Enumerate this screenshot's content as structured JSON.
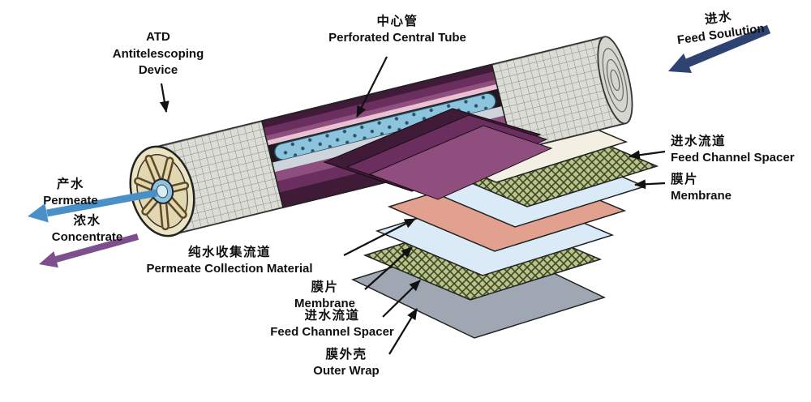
{
  "labels": {
    "atd": {
      "l1": "ATD",
      "l2": "Antitelescoping",
      "l3": "Device"
    },
    "central_tube": {
      "zh": "中心管",
      "en": "Perforated Central Tube"
    },
    "feed": {
      "zh": "进水",
      "en": "Feed Soulution"
    },
    "permeate": {
      "zh": "产水",
      "en": "Permeate"
    },
    "concentrate": {
      "zh": "浓水",
      "en": "Concentrate"
    },
    "feed_spacer_right": {
      "zh": "进水流道",
      "en": "Feed Channel Spacer"
    },
    "membrane_right": {
      "zh": "膜片",
      "en": "Membrane"
    },
    "permeate_collection": {
      "zh": "纯水收集流道",
      "en": "Permeate Collection Material"
    },
    "membrane_bottom": {
      "zh": "膜片",
      "en": "Membrane"
    },
    "feed_spacer_bottom": {
      "zh": "进水流道",
      "en": "Feed Channel Spacer"
    },
    "outer_wrap": {
      "zh": "膜外壳",
      "en": "Outer Wrap"
    }
  },
  "colors": {
    "feed_arrow": "#2e4372",
    "permeate_arrow": "#4a90c8",
    "concentrate_arrow": "#7d4f8e",
    "membrane_sheet": "#daeaf6",
    "spacer_sheet": "#b7c28e",
    "collection_sheet": "#e2a18e",
    "outer_wrap_sheet": "#9fa8b2",
    "leaf_sheet": "#f3efe2",
    "roll_dark": "#3f1b38",
    "roll_mid": "#6b2f5f",
    "roll_light": "#8f4e7e",
    "tube": "#8cc4de",
    "cap": "#ece3c2"
  }
}
